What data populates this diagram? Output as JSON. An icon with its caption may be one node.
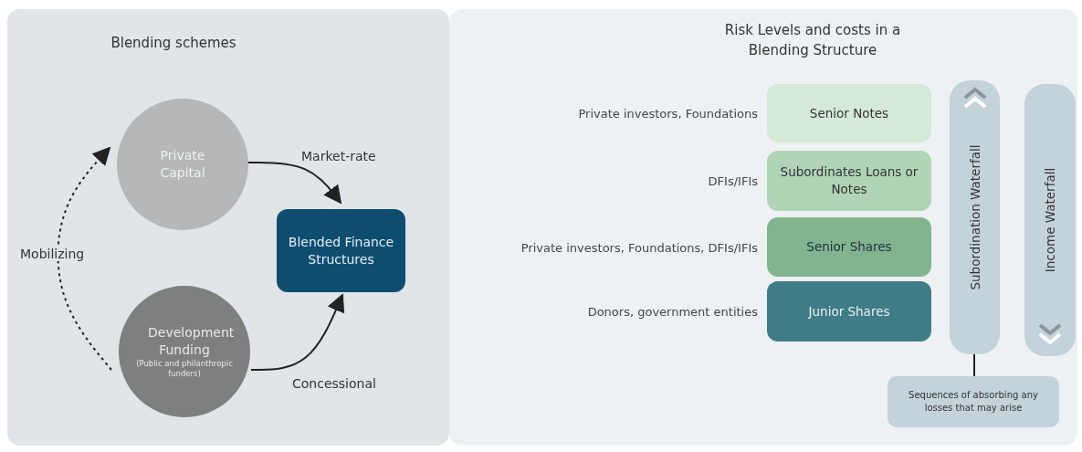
{
  "diagram": {
    "nodes": [
      {
        "text": [
          "Blending schemes"
        ]
      },
      {
        "text": [
          "Private Capital"
        ],
        "in": 0
      },
      {
        "text": [
          "Development Funding",
          "(Public and philanthropic funders)"
        ],
        "in": 0
      },
      {
        "text": [
          "Blended Finance Structures"
        ],
        "in": 0
      },
      {
        "text": [
          "Risk Levels and costs in a Blending Structure"
        ]
      },
      {
        "text": [
          "Senior Notes"
        ],
        "beside": [
          "Private investors, Foundations"
        ],
        "in": 4
      },
      {
        "text": [
          "Subordinates Loans or Notes"
        ],
        "beside": [
          "DFIs/IFIs"
        ],
        "in": 4
      },
      {
        "text": [
          "Senior Shares"
        ],
        "beside": [
          "Private investors, Foundations, DFIs/IFIs"
        ],
        "in": 4
      },
      {
        "text": [
          "Junior Shares"
        ],
        "beside": [
          "Donors, government entities"
        ],
        "in": 4
      },
      {
        "text": [
          "Subordination Waterfall"
        ],
        "in": 4
      },
      {
        "text": [
          "Income Waterfall"
        ],
        "in": 4
      },
      {
        "text": [
          "Sequences of absorbing any losses that may arise"
        ],
        "in": 4
      }
    ],
    "edges": [
      {
        "from": 1,
        "to": 3,
        "arrow": "to",
        "label": "Market-rate"
      },
      {
        "from": 2,
        "to": 3,
        "arrow": "to",
        "label": "Concessional"
      },
      {
        "from": 2,
        "to": 1,
        "arrow": "to",
        "label": "Mobilizing",
        "style": "dashed"
      },
      {
        "from": 9,
        "to": 11,
        "arrow": "none"
      }
    ]
  }
}
